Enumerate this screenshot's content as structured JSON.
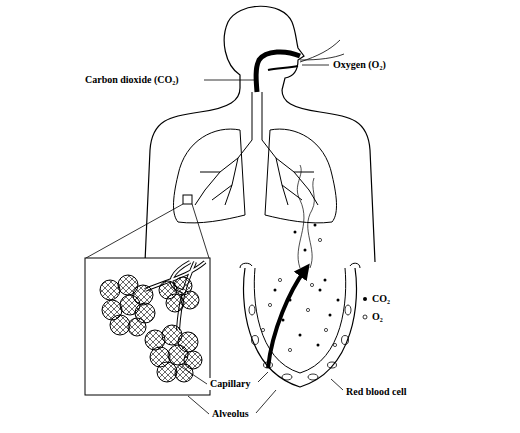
{
  "diagram": {
    "labels": [
      "Carbon dioxide (CO₂)",
      "Oxygen (O₂)",
      "Capillary",
      "Alveolus",
      "Red blood cell"
    ],
    "legend": [
      {
        "text": "CO₂"
      },
      {
        "text": "O₂"
      }
    ]
  }
}
